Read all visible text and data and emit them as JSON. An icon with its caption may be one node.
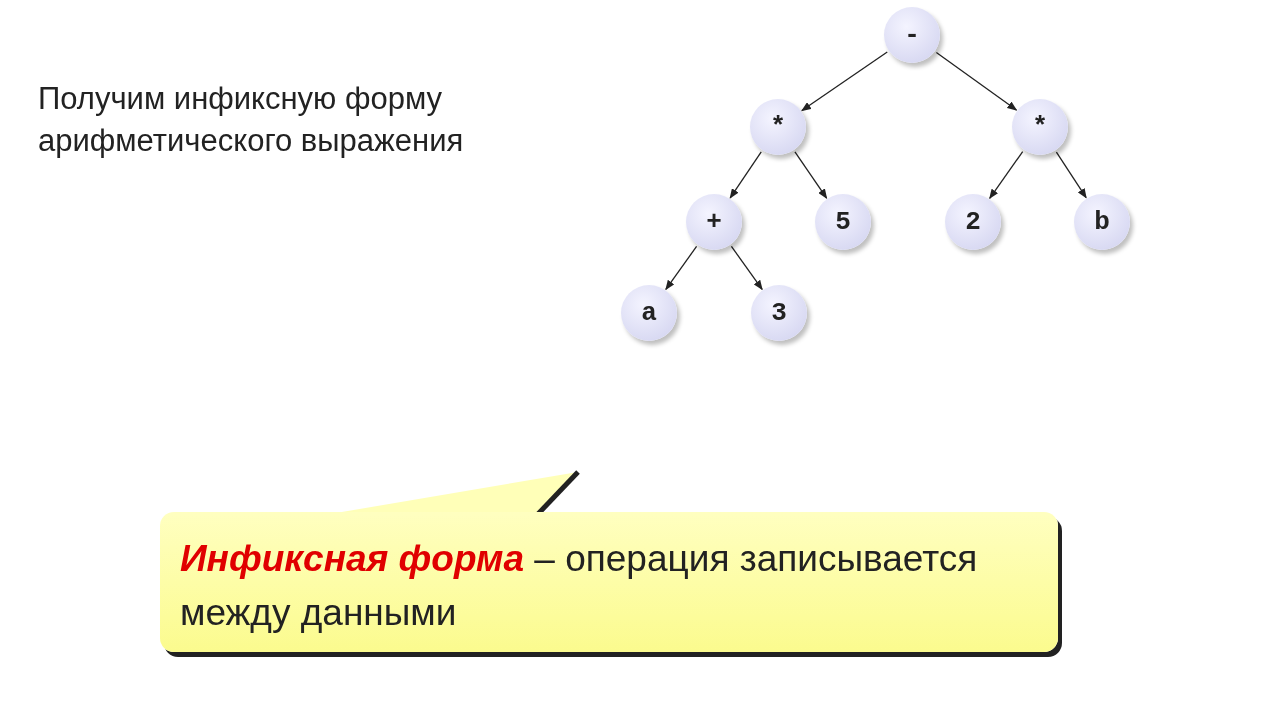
{
  "diagram": {
    "title": "Получим инфиксную форму арифметического выражения",
    "nodes": [
      {
        "text": [
          "-"
        ]
      },
      {
        "text": [
          "*"
        ]
      },
      {
        "text": [
          "*"
        ]
      },
      {
        "text": [
          "+"
        ]
      },
      {
        "text": [
          "5"
        ]
      },
      {
        "text": [
          "2"
        ]
      },
      {
        "text": [
          "b"
        ]
      },
      {
        "text": [
          "a"
        ]
      },
      {
        "text": [
          "3"
        ]
      },
      {
        "text": [
          "Инфиксная форма",
          "– операция записывается между данными"
        ]
      }
    ],
    "edges": [
      {
        "from": 0,
        "to": 1,
        "arrow": "to"
      },
      {
        "from": 0,
        "to": 2,
        "arrow": "to"
      },
      {
        "from": 1,
        "to": 3,
        "arrow": "to"
      },
      {
        "from": 1,
        "to": 4,
        "arrow": "to"
      },
      {
        "from": 2,
        "to": 5,
        "arrow": "to"
      },
      {
        "from": 2,
        "to": 6,
        "arrow": "to"
      },
      {
        "from": 3,
        "to": 7,
        "arrow": "to"
      },
      {
        "from": 3,
        "to": 8,
        "arrow": "to"
      }
    ]
  }
}
